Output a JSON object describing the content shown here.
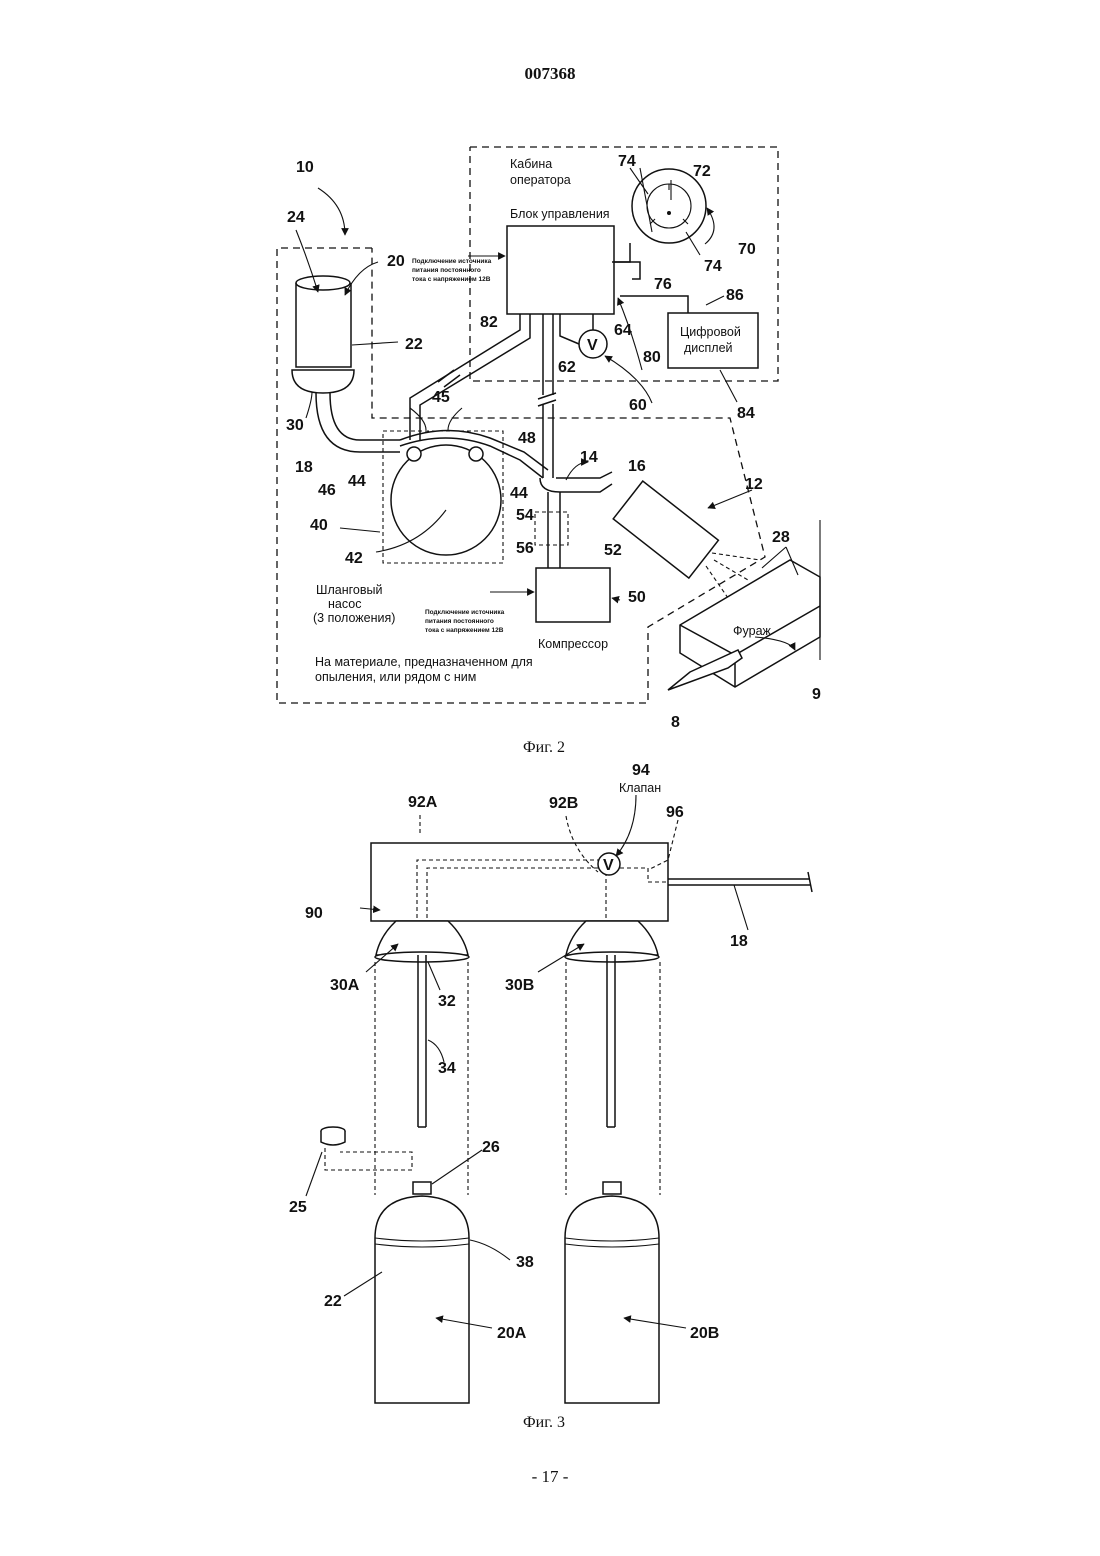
{
  "header": {
    "doc_number": "007368"
  },
  "footer": {
    "page_number": "- 17 -"
  },
  "fig2": {
    "caption": "Фиг. 2",
    "labels": {
      "cabin": [
        "Кабина",
        "оператора"
      ],
      "control_unit": "Блок управления",
      "power_top": [
        "Подключение источника",
        "питания постоянного",
        "тока с напряжением 12В"
      ],
      "power_bottom": [
        "Подключение источника",
        "питания постоянного",
        "тока с напряжением 12В"
      ],
      "digital_display": [
        "Цифровой",
        "дисплей"
      ],
      "pump": [
        "Шланговый",
        "насос",
        "(3 положения)"
      ],
      "compressor": "Компрессор",
      "on_material": [
        "На материале, предназначенном для",
        "опыления, или рядом с ним"
      ],
      "forage": "Фураж",
      "valve_symbol": "V"
    },
    "numbers": [
      "10",
      "24",
      "20",
      "22",
      "30",
      "18",
      "46",
      "44",
      "44",
      "45",
      "48",
      "40",
      "42",
      "14",
      "16",
      "54",
      "56",
      "52",
      "50",
      "12",
      "28",
      "9",
      "8",
      "82",
      "62",
      "64",
      "60",
      "80",
      "76",
      "86",
      "84",
      "74",
      "72",
      "74",
      "70"
    ]
  },
  "fig3": {
    "caption": "Фиг. 3",
    "labels": {
      "valve": "Клапан",
      "valve_symbol": "V"
    },
    "numbers": [
      "94",
      "92A",
      "92B",
      "96",
      "90",
      "18",
      "30A",
      "30B",
      "32",
      "34",
      "26",
      "25",
      "38",
      "22",
      "20A",
      "20B"
    ]
  }
}
